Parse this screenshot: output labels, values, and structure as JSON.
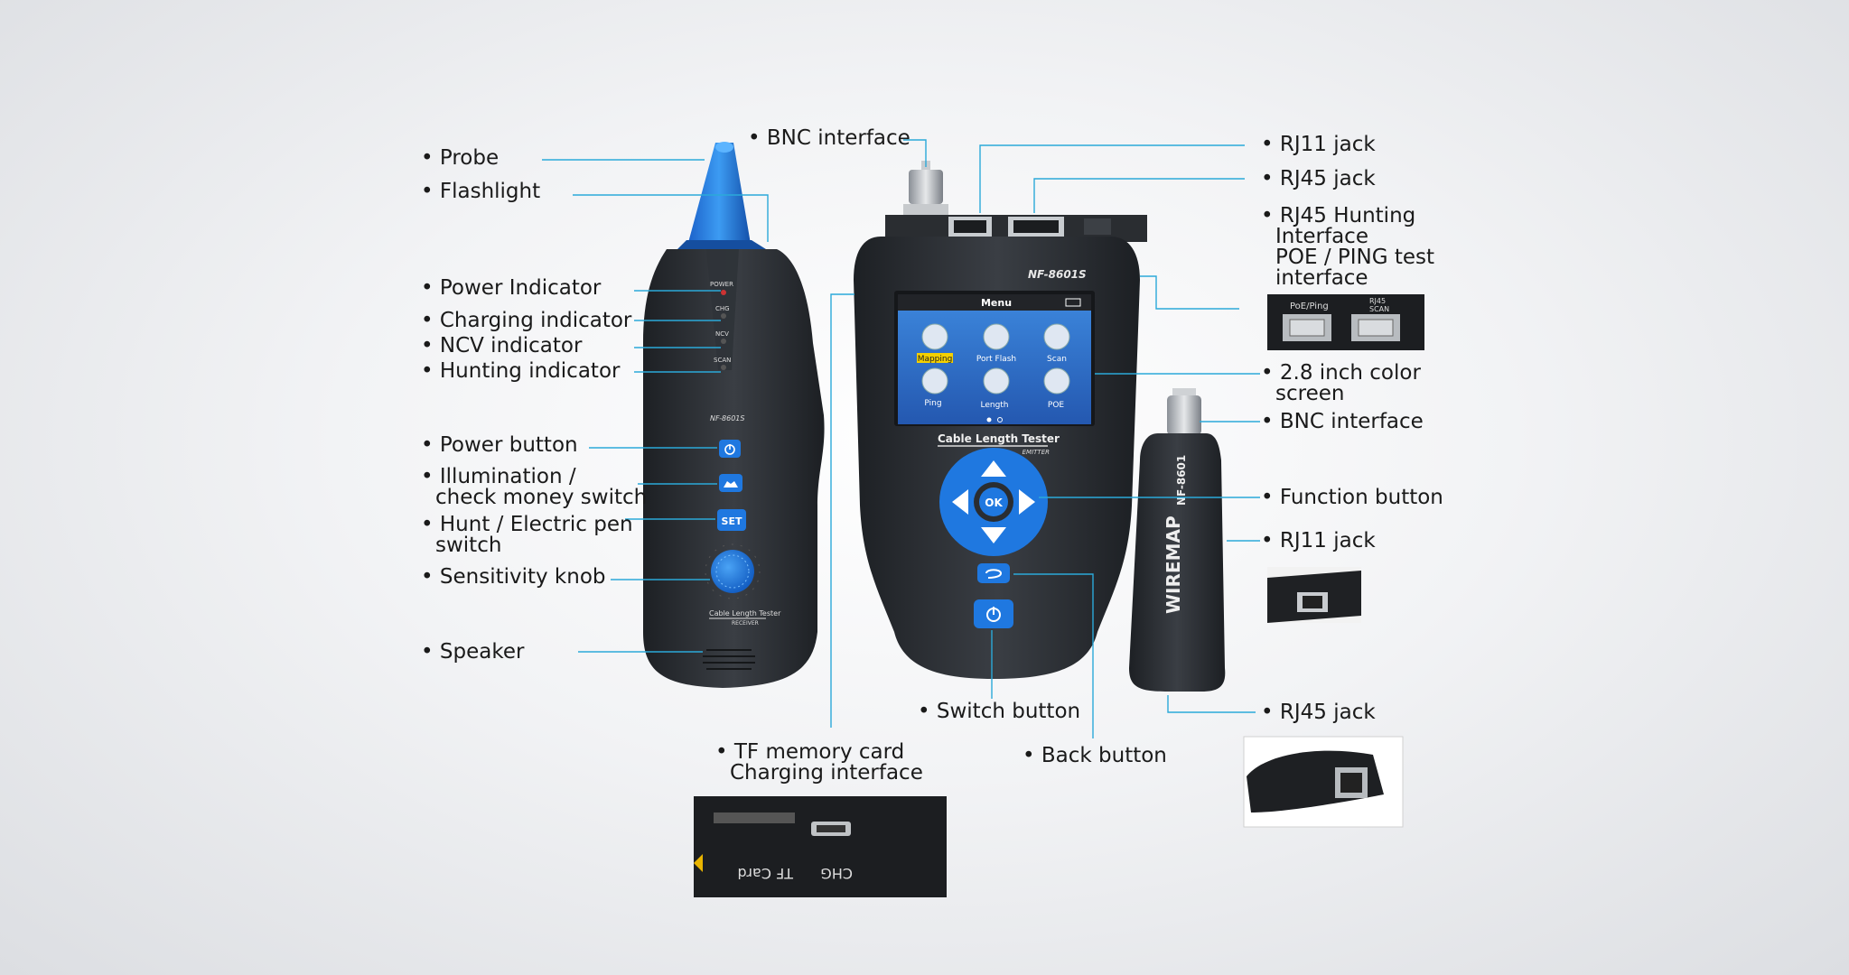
{
  "labels": {
    "probe": "• Probe",
    "flashlight": "• Flashlight",
    "power_indicator": "• Power Indicator",
    "charging_indicator": "• Charging indicator",
    "ncv_indicator": "• NCV indicator",
    "hunting_indicator": "• Hunting indicator",
    "power_button": "• Power button",
    "illumination_l1": "• Illumination /",
    "illumination_l2": "check money switch",
    "hunt_l1": "• Hunt / Electric pen",
    "hunt_l2": "switch",
    "sensitivity_knob": "• Sensitivity knob",
    "speaker": "• Speaker",
    "bnc_top": "• BNC interface",
    "rj11_top": "• RJ11 jack",
    "rj45_top": "• RJ45 jack",
    "rj45_hunt_l1": "• RJ45 Hunting",
    "rj45_hunt_l2": "Interface",
    "poe_l1": "POE / PING test",
    "poe_l2": "interface",
    "screen_l1": "• 2.8 inch color",
    "screen_l2": "screen",
    "bnc_right": "• BNC interface",
    "function_button": "• Function button",
    "rj11_right": "• RJ11 jack",
    "rj45_bottom": "• RJ45 jack",
    "switch_button": "• Switch button",
    "back_button": "• Back button",
    "tf_l1": "• TF memory card",
    "tf_l2": "Charging interface"
  },
  "device": {
    "emitter_model": "NF-8601S",
    "receiver_model": "NF-8601S",
    "menu_title": "Menu",
    "menu_items": [
      "Mapping",
      "Port Flash",
      "Scan",
      "Ping",
      "Length",
      "POE"
    ],
    "brand_line": "Cable Length Tester",
    "emitter_sub": "EMITTER",
    "receiver_sub": "RECEIVER",
    "ok_label": "OK",
    "set_label": "SET",
    "led_power": "POWER",
    "led_chg": "CHG",
    "led_ncv": "NCV",
    "led_scan": "SCAN",
    "remote_model": "NF-8601",
    "remote_brand": "WIREMAP",
    "inset_poe": "PoE/Ping",
    "inset_scan_l1": "RJ45",
    "inset_scan_l2": "SCAN",
    "inset_chg": "CHG",
    "inset_tf": "TF Card"
  },
  "colors": {
    "leader_line": "#2ba9d9",
    "device_body": "#2b2e33",
    "accent_blue": "#1f78e0",
    "screen_blue": "#2b6fc9"
  }
}
